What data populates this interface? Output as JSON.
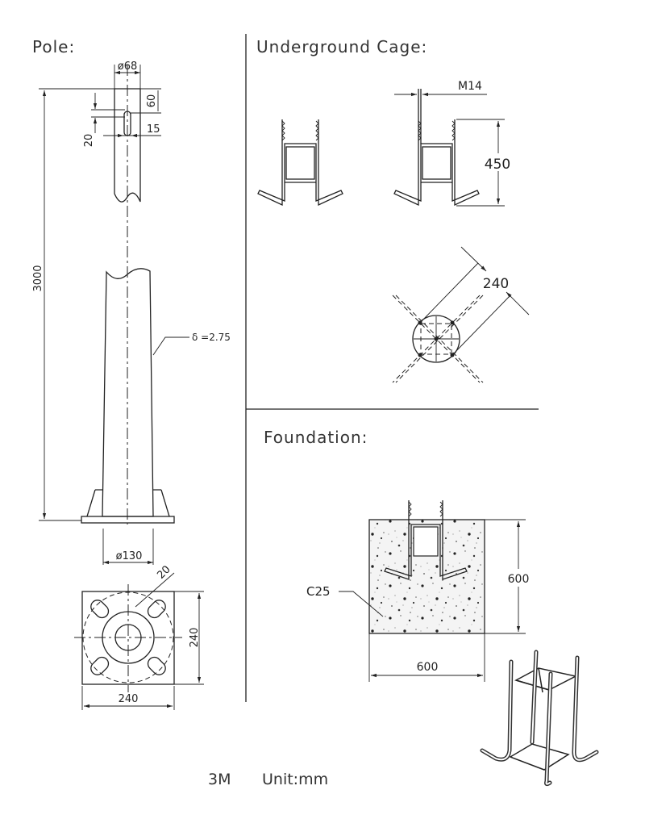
{
  "sections": {
    "pole": "Pole:",
    "cage": "Underground  Cage:",
    "foundation": "Foundation:"
  },
  "pole_dims": {
    "diameter_top": "ø68",
    "height": "3000",
    "slot_offset": "60",
    "slot_length": "20",
    "slot_width": "15",
    "thickness": "δ =2.75",
    "diameter_base": "ø130",
    "plate_width": "240",
    "plate_height": "240",
    "slot_size": "20"
  },
  "cage_dims": {
    "bolt": "M14",
    "height": "450",
    "diagonal": "240"
  },
  "foundation_dims": {
    "concrete_grade": "C25",
    "height": "600",
    "width": "600"
  },
  "footer": {
    "model": "3M",
    "unit": "Unit:mm"
  }
}
